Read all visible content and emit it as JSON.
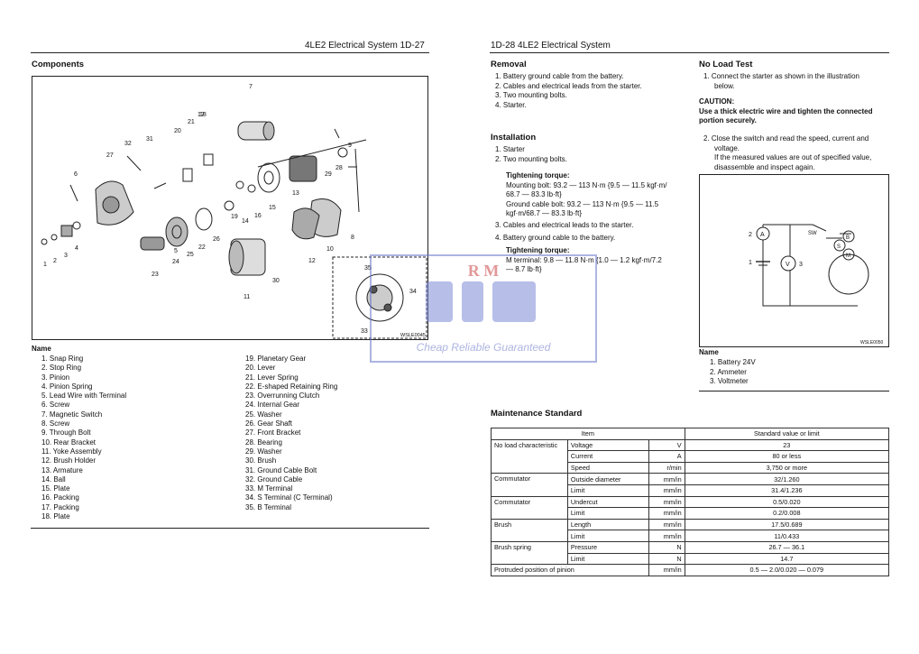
{
  "left_page": {
    "header": "4LE2 Electrical System 1D-27",
    "components_title": "Components",
    "diagram_code": "WSLE0045",
    "callouts": [
      "1",
      "2",
      "3",
      "4",
      "5",
      "6",
      "7",
      "8",
      "9",
      "10",
      "11",
      "12",
      "13",
      "14",
      "15",
      "16",
      "17",
      "18",
      "19",
      "20",
      "21",
      "22",
      "23",
      "24",
      "25",
      "26",
      "27",
      "28",
      "29",
      "30",
      "31",
      "32",
      "33",
      "34",
      "35"
    ],
    "names_title": "Name",
    "names_col1": [
      "1. Snap Ring",
      "2. Stop Ring",
      "3. Pinion",
      "4. Pinion Spring",
      "5. Lead Wire with Terminal",
      "6. Screw",
      "7. Magnetic Switch",
      "8. Screw",
      "9. Through Bolt",
      "10. Rear Bracket",
      "11. Yoke Assembly",
      "12. Brush Holder",
      "13. Armature",
      "14. Ball",
      "15. Plate",
      "16. Packing",
      "17. Packing",
      "18. Plate"
    ],
    "names_col2": [
      "19. Planetary Gear",
      "20. Lever",
      "21. Lever Spring",
      "22. E-shaped Retaining Ring",
      "23. Overrunning Clutch",
      "24. Internal Gear",
      "25. Washer",
      "26. Gear Shaft",
      "27. Front Bracket",
      "28. Bearing",
      "29. Washer",
      "30. Brush",
      "31. Ground Cable Bolt",
      "32. Ground Cable",
      "33. M Terminal",
      "34. S Terminal (C Terminal)",
      "35. B Terminal"
    ]
  },
  "right_page": {
    "header": "1D-28 4LE2 Electrical System",
    "removal": {
      "title": "Removal",
      "steps": [
        "1. Battery ground cable from the battery.",
        "2. Cables and electrical leads from the starter.",
        "3. Two mounting bolts.",
        "4. Starter."
      ]
    },
    "installation": {
      "title": "Installation",
      "steps_a": [
        "1. Starter",
        "2. Two mounting bolts."
      ],
      "torque1_title": "Tightening torque:",
      "torque1_lines": [
        "Mounting bolt: 93.2 — 113 N·m {9.5 — 11.5 kgf·m/",
        "68.7 — 83.3 lb·ft}",
        "Ground cable bolt: 93.2 — 113 N·m {9.5 — 11.5",
        "kgf·m/68.7 — 83.3 lb·ft}"
      ],
      "steps_b": [
        "3. Cables and electrical leads to the starter.",
        "4. Battery ground cable to the battery."
      ],
      "torque2_title": "Tightening torque:",
      "torque2_lines": [
        "M terminal: 9.8 — 11.8 N·m {1.0 — 1.2 kgf·m/7.2",
        "— 8.7 lb·ft}"
      ]
    },
    "no_load": {
      "title": "No Load Test",
      "step1": [
        "1. Connect the starter as shown in the illustration",
        "below."
      ],
      "caution_title": "CAUTION:",
      "caution_lines": [
        "Use a thick electric wire and tighten the connected",
        "portion securely."
      ],
      "step2": [
        "2. Close the switch and read the speed, current and",
        "voltage.",
        "If the measured values are out of specified value,",
        "disassemble and inspect again."
      ],
      "circuit": {
        "code": "WSLE0050",
        "labels": {
          "ammeter": "A",
          "voltmeter": "V",
          "switch": "SW",
          "b": "B",
          "s": "S",
          "m": "M",
          "n1": "1",
          "n2": "2",
          "n3": "3"
        }
      },
      "names_title": "Name",
      "names": [
        "1. Battery 24V",
        "2. Ammeter",
        "3. Voltmeter"
      ]
    },
    "maintenance": {
      "title": "Maintenance Standard",
      "head_item": "Item",
      "head_value": "Standard value or limit",
      "rows": [
        {
          "group": "No load characteristic",
          "item": "Voltage",
          "unit": "V",
          "value": "23"
        },
        {
          "group": "",
          "item": "Current",
          "unit": "A",
          "value": "80 or less"
        },
        {
          "group": "",
          "item": "Speed",
          "unit": "r/min",
          "value": "3,750 or more"
        },
        {
          "group": "Commutator",
          "item": "Outside diameter",
          "unit": "mm/in",
          "value": "32/1.260"
        },
        {
          "group": "",
          "item": "Limit",
          "unit": "mm/in",
          "value": "31.4/1.236"
        },
        {
          "group": "Commutator",
          "item": "Undercut",
          "unit": "mm/in",
          "value": "0.5/0.020"
        },
        {
          "group": "",
          "item": "Limit",
          "unit": "mm/in",
          "value": "0.2/0.008"
        },
        {
          "group": "Brush",
          "item": "Length",
          "unit": "mm/in",
          "value": "17.5/0.689"
        },
        {
          "group": "",
          "item": "Limit",
          "unit": "mm/in",
          "value": "11/0.433"
        },
        {
          "group": "Brush spring",
          "item": "Pressure",
          "unit": "N",
          "value": "26.7 — 36.1"
        },
        {
          "group": "",
          "item": "Limit",
          "unit": "N",
          "value": "14.7"
        },
        {
          "group": "Protruded position of pinion",
          "item": "",
          "unit": "mm/in",
          "value": "0.5 — 2.0/0.020 — 0.079"
        }
      ]
    }
  },
  "watermark": {
    "brand": "R M",
    "tagline": "Cheap Reliable Guaranteed"
  }
}
